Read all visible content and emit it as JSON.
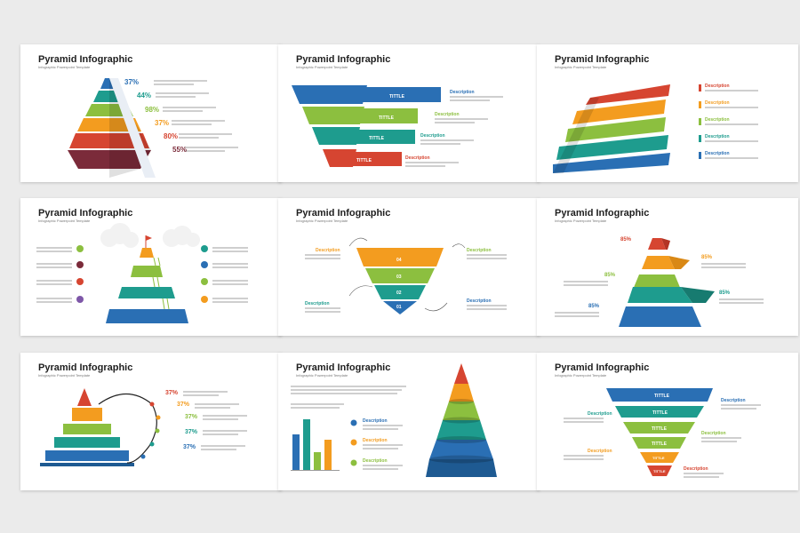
{
  "slide_title": "Pyramid Infographic",
  "slide_subtitle": "Infographic Powerpoint Template",
  "colors": {
    "blue": "#2a6fb4",
    "teal": "#1e9c8e",
    "green": "#8cbf3f",
    "orange": "#f39c1f",
    "red": "#d64531",
    "maroon": "#7b2b3a",
    "dark_red": "#5e1f2b",
    "purple": "#7e57a8",
    "dark": "#3b3b3b",
    "gray_text": "#9a9a9a"
  },
  "slide1": {
    "percents": [
      "37%",
      "44%",
      "98%",
      "37%",
      "80%",
      "55%"
    ]
  },
  "slide2": {
    "labels": [
      "TITTLE",
      "TITTLE",
      "TITTLE",
      "TITTLE"
    ],
    "desc": "Description"
  },
  "slide3": {
    "desc": "Description"
  },
  "slide5": {
    "desc": "Description",
    "numbers": [
      "04",
      "03",
      "02",
      "01"
    ]
  },
  "slide6": {
    "percents": [
      "85%",
      "85%",
      "85%",
      "85%",
      "85%"
    ]
  },
  "slide7": {
    "percents": [
      "37%",
      "37%",
      "37%",
      "37%",
      "37%"
    ]
  },
  "slide8": {
    "desc": "Description"
  },
  "slide9": {
    "labels": [
      "TITTLE",
      "TITTLE",
      "TITTLE",
      "TITTLE",
      "TITTLE",
      "TITTLE"
    ],
    "desc": "Description"
  }
}
